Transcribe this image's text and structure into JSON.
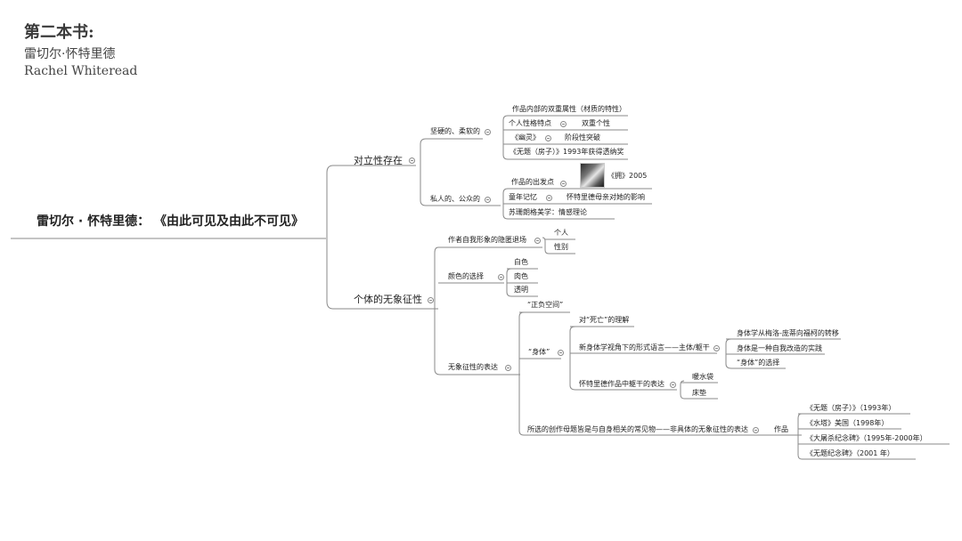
{
  "header": {
    "title": "第二本书:",
    "subtitle": "雷切尔·怀特里德",
    "english": "Rachel Whiteread"
  },
  "mindmap": {
    "root": "雷切尔 · 怀特里德： 《由此可见及由此不可见》",
    "b1": "对立性存在",
    "b1_1": "坚硬的、柔软的",
    "b1_1_1": "作品内部的双重属性（材质的特性）",
    "b1_1_2": "个人性格特点",
    "b1_1_2_1": "双重个性",
    "b1_1_3": "《幽灵》",
    "b1_1_3_1": "阶段性突破",
    "b1_1_4": "《无题（房子）》1993年获得透纳奖",
    "b1_2": "私人的、公众的",
    "b1_2_1": "作品的出发点",
    "b1_2_1_1": "《拥》2005",
    "b1_2_2": "童年记忆",
    "b1_2_2_1": "怀特里德母亲对她的影响",
    "b1_2_3": "苏珊朗格美学：情感理论",
    "b2": "个体的无象征性",
    "b2_1": "作者自我形象的隐匿退场",
    "b2_1_1": "个人",
    "b2_1_2": "性别",
    "b2_2": "颜色的选择",
    "b2_2_1": "白色",
    "b2_2_2": "肉色",
    "b2_2_3": "透明",
    "b2_3": "无象征性的表达",
    "b2_3_1": "“正负空间”",
    "b2_3_2": "“身体”",
    "b2_3_2_1": "对“死亡”的理解",
    "b2_3_2_2": "新身体学视角下的形式语言——主体/躯干",
    "b2_3_2_2_1": "身体学从梅洛-庞蒂向福柯的转移",
    "b2_3_2_2_2": "身体是一种自我改造的实践",
    "b2_3_2_2_3": "“身体”的选择",
    "b2_3_2_3": "怀特里德作品中躯干的表达",
    "b2_3_2_3_1": "暖水袋",
    "b2_3_2_3_2": "床垫",
    "b2_3_3": "所选的创作母题皆是与自身相关的常见物——非具体的无象征性的表达",
    "b2_3_3_1": "作品",
    "b2_3_3_1_1": "《无题（房子）》（1993年）",
    "b2_3_3_1_2": "《水塔》美国（1998年）",
    "b2_3_3_1_3": "《大屠杀纪念碑》（1995年-2000年）",
    "b2_3_3_1_4": "《无题纪念碑》（2001 年）"
  },
  "icons": {
    "collapse_toggle": "collapse-circle-icon",
    "artwork_thumbnail": "artwork-photo-thumbnail"
  },
  "colors": {
    "connector": "#8a8a8a",
    "text": "#222222",
    "header": "#444444"
  }
}
